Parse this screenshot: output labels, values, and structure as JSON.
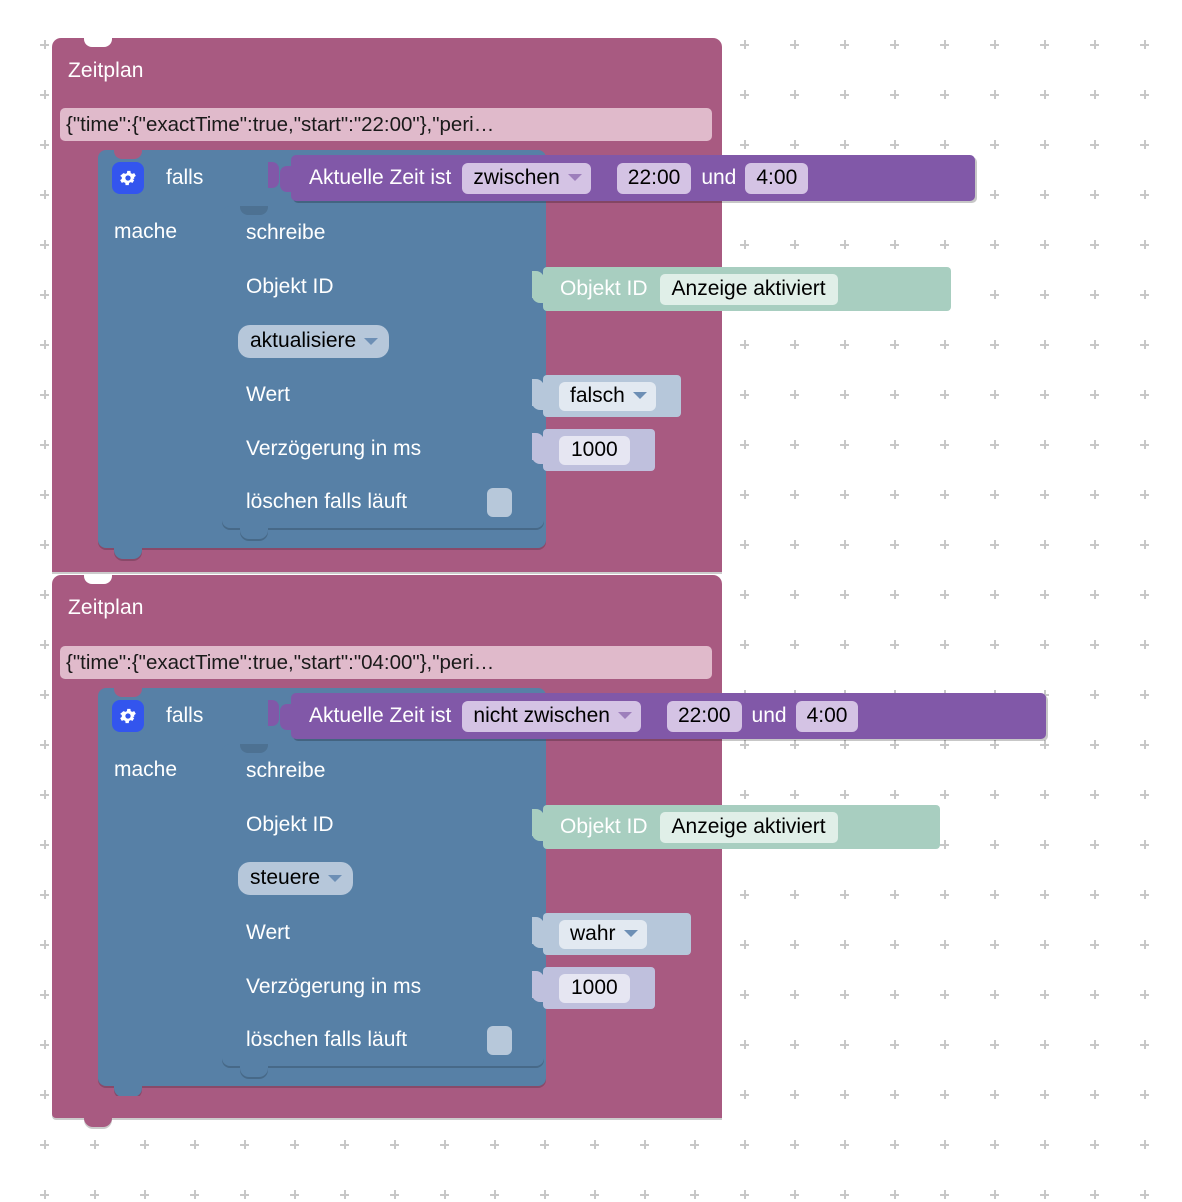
{
  "workspace": {
    "background": "#ffffff",
    "grid_color": "#c7c7c7",
    "grid_spacing": 50
  },
  "palette": {
    "schedule_block": "#a85a81",
    "schedule_field": "#e0bacb",
    "control_block": "#5780a6",
    "condition_block": "#8158a8",
    "condition_field": "#d4c3e4",
    "objectid_block": "#a8cec0",
    "objectid_field": "#e0efe8",
    "logic_block": "#b6c7da",
    "number_block": "#bfc0dd",
    "mutator_icon": "#3355ee"
  },
  "scripts": [
    {
      "id": "script-evening",
      "schedule": {
        "title": "Zeitplan",
        "cron_value": "{\"time\":{\"exactTime\":true,\"start\":\"22:00\"},\"peri…"
      },
      "if_block": {
        "mutator_icon": "gear-icon",
        "if_label": "falls",
        "do_label": "mache",
        "condition": {
          "prefix": "Aktuelle Zeit ist",
          "operator": "zwischen",
          "time_from": "22:00",
          "conjunction": "und",
          "time_to": "4:00"
        }
      },
      "write_block": {
        "title": "schreibe",
        "object_id_label": "Objekt ID",
        "object_id_value": {
          "label": "Objekt ID",
          "value": "Anzeige aktiviert"
        },
        "mode": "aktualisiere",
        "value_label": "Wert",
        "value": "falsch",
        "delay_label": "Verzögerung in ms",
        "delay": "1000",
        "clear_label": "löschen falls läuft",
        "clear_checked": false
      }
    },
    {
      "id": "script-morning",
      "schedule": {
        "title": "Zeitplan",
        "cron_value": "{\"time\":{\"exactTime\":true,\"start\":\"04:00\"},\"peri…"
      },
      "if_block": {
        "mutator_icon": "gear-icon",
        "if_label": "falls",
        "do_label": "mache",
        "condition": {
          "prefix": "Aktuelle Zeit ist",
          "operator": "nicht zwischen",
          "time_from": "22:00",
          "conjunction": "und",
          "time_to": "4:00"
        }
      },
      "write_block": {
        "title": "schreibe",
        "object_id_label": "Objekt ID",
        "object_id_value": {
          "label": "Objekt ID",
          "value": "Anzeige aktiviert"
        },
        "mode": "steuere",
        "value_label": "Wert",
        "value": "wahr",
        "delay_label": "Verzögerung in ms",
        "delay": "1000",
        "clear_label": "löschen falls läuft",
        "clear_checked": false
      }
    }
  ]
}
